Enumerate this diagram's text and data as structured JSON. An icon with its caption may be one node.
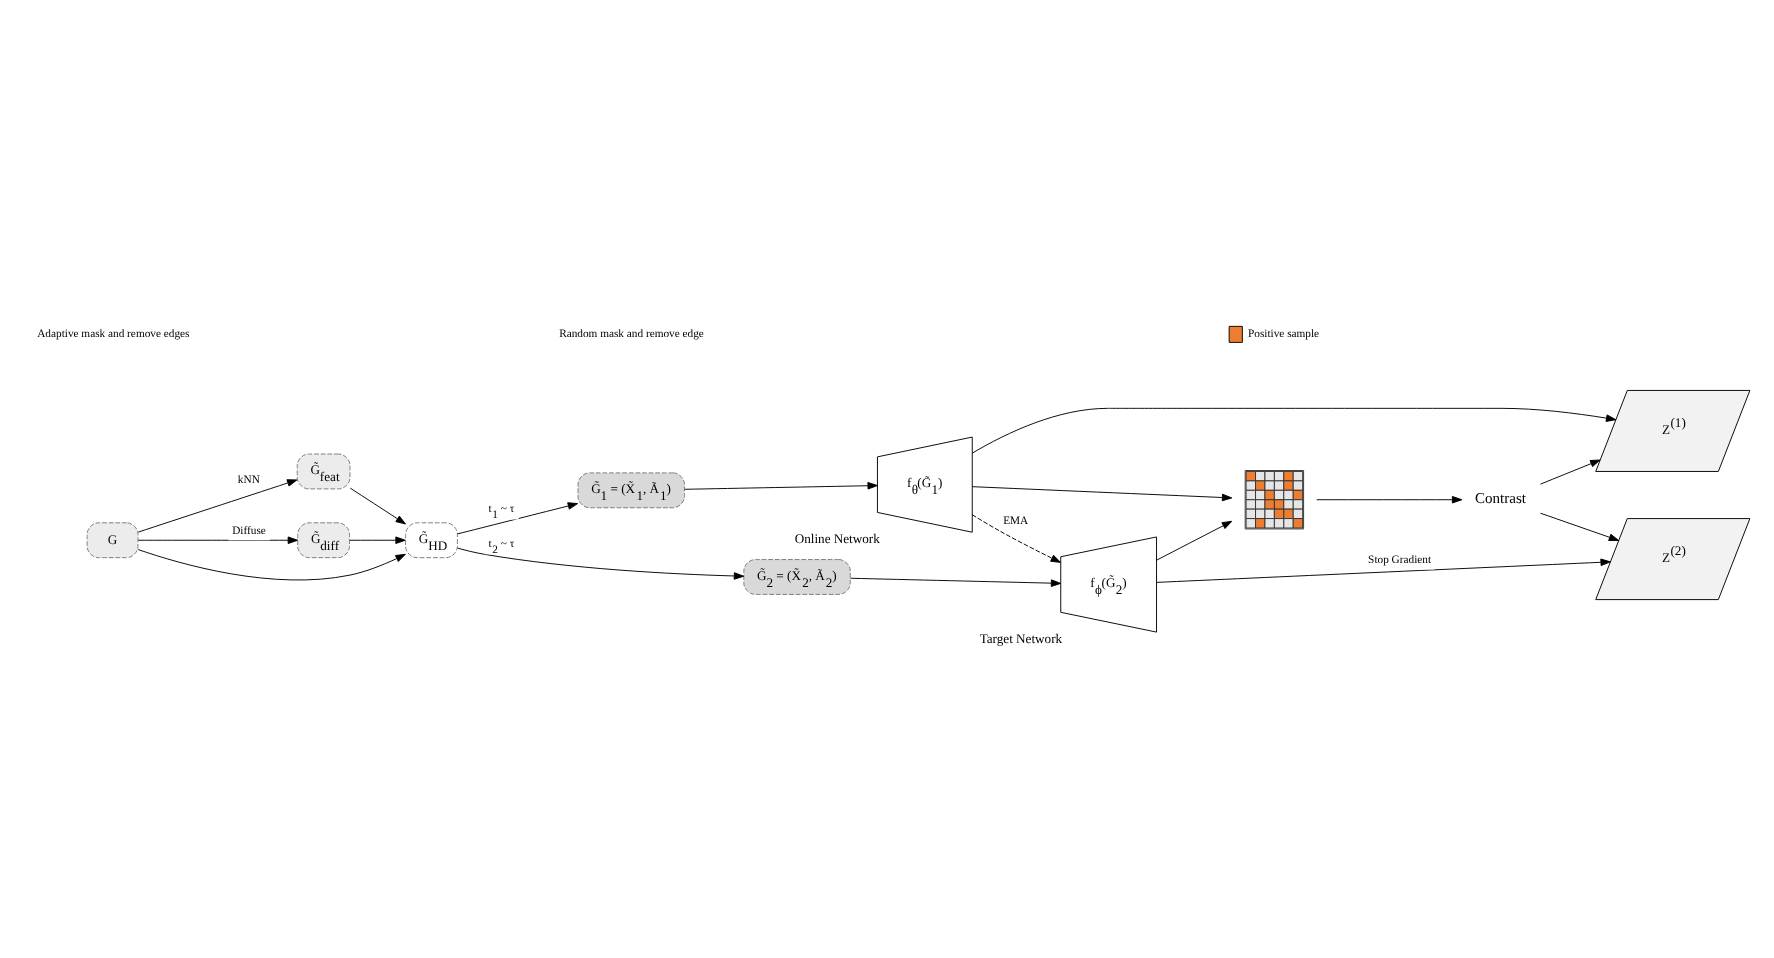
{
  "diagram": {
    "nodes": [
      {
        "text": [
          "G̃$_{feat}$"
        ]
      },
      {
        "text": [
          "G"
        ]
      },
      {
        "text": [
          "G̃$_{diff}$"
        ]
      },
      {
        "text": [
          "G̃$_{HD}$"
        ]
      },
      {
        "text": [
          "G̃$_{1}$ = (X̃$_{1}$, Ã$_{1}$)"
        ]
      },
      {
        "text": [
          "G̃$_{2}$ = (X̃$_{2}$, Ã$_{2}$)"
        ]
      },
      {
        "text": [
          "f$_{θ}$(G̃$_{1}$)"
        ],
        "beside": [
          "Online Network"
        ]
      },
      {
        "text": [
          "f$_{ϕ}$(G̃$_{2}$)"
        ],
        "beside": [
          "Target Network"
        ]
      },
      {
        "text": [],
        "shape": "picture"
      },
      {
        "text": [
          "Contrast"
        ]
      },
      {
        "text": [
          "Z$^{(1)}$"
        ]
      },
      {
        "text": [
          "Z$^{(2)}$"
        ]
      }
    ],
    "edges": [
      {
        "from": 1,
        "to": 0,
        "arrow": "to",
        "label": "kNN"
      },
      {
        "from": 1,
        "to": 2,
        "arrow": "to",
        "label": "Diffuse"
      },
      {
        "from": 0,
        "to": 3,
        "arrow": "to"
      },
      {
        "from": 1,
        "to": 3,
        "arrow": "to"
      },
      {
        "from": 2,
        "to": 3,
        "arrow": "to"
      },
      {
        "from": 3,
        "to": 4,
        "arrow": "to",
        "label": "t$_{1}$ ~ τ"
      },
      {
        "from": 3,
        "to": 5,
        "arrow": "to",
        "label": "t$_{2}$ ~ τ"
      },
      {
        "from": 4,
        "to": 6,
        "arrow": "to"
      },
      {
        "from": 5,
        "to": 7,
        "arrow": "to"
      },
      {
        "from": 6,
        "to": 7,
        "arrow": "to",
        "label": "EMA",
        "style": "dashed"
      },
      {
        "from": 6,
        "to": 10,
        "arrow": "to"
      },
      {
        "from": 6,
        "to": 8,
        "arrow": "to"
      },
      {
        "from": 7,
        "to": 8,
        "arrow": "to"
      },
      {
        "from": 7,
        "to": 11,
        "arrow": "to",
        "label": "Stop Gradient"
      },
      {
        "from": 8,
        "to": 9,
        "arrow": "to"
      },
      {
        "from": 9,
        "to": 10,
        "arrow": "to"
      },
      {
        "from": 9,
        "to": 11,
        "arrow": "to"
      }
    ],
    "legend": [
      {
        "text": "Adaptive mask and remove edges"
      },
      {
        "text": "Random mask and remove edge"
      },
      {
        "text": "Positive sample",
        "color": "#ed7d31"
      }
    ]
  }
}
